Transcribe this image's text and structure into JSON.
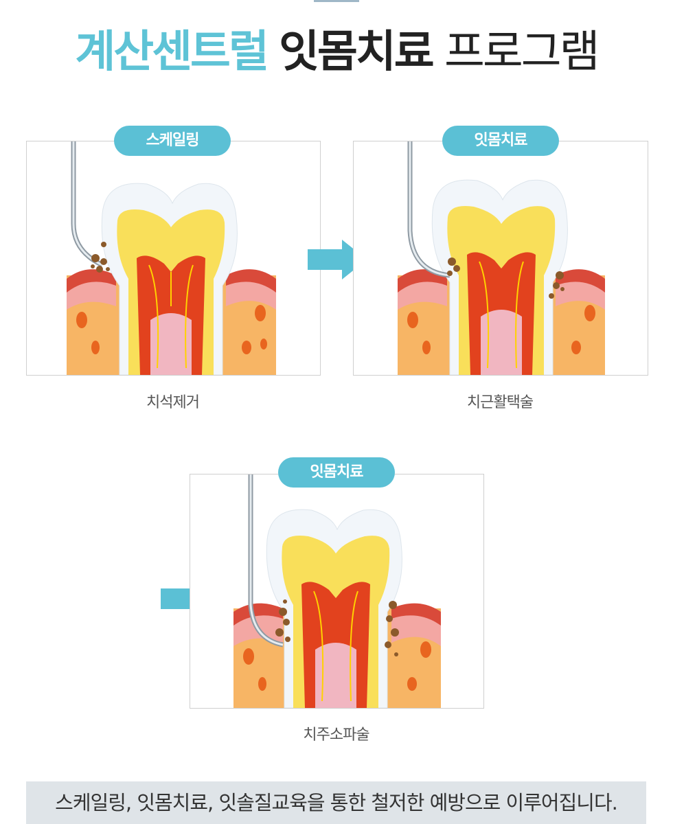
{
  "header": {
    "part1": "계산센트럴",
    "part2": "잇몸치료",
    "part3": "프로그램"
  },
  "panels": [
    {
      "badge": "스케일링",
      "caption": "치석제거"
    },
    {
      "badge": "잇몸치료",
      "caption": "치근활택술"
    },
    {
      "badge": "잇몸치료",
      "caption": "치주소파술"
    }
  ],
  "footer": {
    "text": "스케일링, 잇몸치료, 잇솔질교육을 통한 철저한 예방으로 이루어집니다."
  },
  "colors": {
    "accent": "#5bc0d5",
    "gum": "#f3a7a3",
    "bone": "#f7b565",
    "pulp": "#e2421e",
    "dentin": "#f9df5a",
    "calculus": "#8b5a2b"
  }
}
